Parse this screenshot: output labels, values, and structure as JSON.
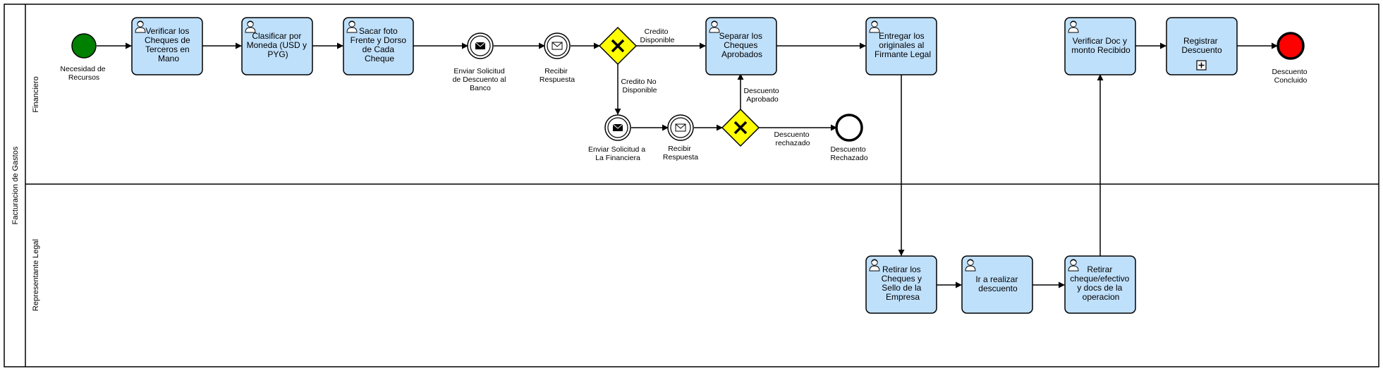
{
  "pool": {
    "label": "Facturacion de Gastos"
  },
  "lanes": [
    {
      "id": "financiero",
      "label": "Financiero"
    },
    {
      "id": "representante",
      "label": "Representante Legal"
    }
  ],
  "colors": {
    "task_fill": "#bfe0fb",
    "start_event": "#008000",
    "end_event": "#ff0000",
    "gateway": "#ffff00"
  },
  "events": {
    "start": {
      "label": [
        "Necesidad de",
        "Recursos"
      ]
    },
    "send_banco": {
      "label": [
        "Enviar Solicitud",
        "de Descuento al",
        "Banco"
      ]
    },
    "recv_1": {
      "label": [
        "Recibir",
        "Respuesta"
      ]
    },
    "send_financiera": {
      "label": [
        "Enviar Solicitud a",
        "La Financiera"
      ]
    },
    "recv_2": {
      "label": [
        "Recibir",
        "Respuesta"
      ]
    },
    "end_rechazado": {
      "label": [
        "Descuento",
        "Rechazado"
      ]
    },
    "end_concluido": {
      "label": [
        "Descuento",
        "Concluido"
      ]
    }
  },
  "tasks": {
    "verificar_cheques": {
      "label": [
        "Verificar los",
        "Cheques de",
        "Terceros en",
        "Mano"
      ]
    },
    "clasificar": {
      "label": [
        "Clasificar por",
        "Moneda (USD y",
        "PYG)"
      ]
    },
    "sacar_foto": {
      "label": [
        "Sacar foto",
        "Frente y Dorso",
        "de Cada",
        "Cheque"
      ]
    },
    "separar": {
      "label": [
        "Separar los",
        "Cheques",
        "Aprobados"
      ]
    },
    "entregar": {
      "label": [
        "Entregar los",
        "originales al",
        "Firmante Legal"
      ]
    },
    "verificar_doc": {
      "label": [
        "Verificar Doc y",
        "monto Recibido"
      ]
    },
    "registrar": {
      "label": [
        "Registrar",
        "Descuento"
      ]
    },
    "retirar_cheques": {
      "label": [
        "Retirar los",
        "Cheques y",
        "Sello de la",
        "Empresa"
      ]
    },
    "ir_realizar": {
      "label": [
        "Ir a realizar",
        "descuento"
      ]
    },
    "retirar_efectivo": {
      "label": [
        "Retirar",
        "cheque/efectivo",
        "y docs de la",
        "operacion"
      ]
    }
  },
  "flows": {
    "credito_disponible": [
      "Credito",
      "Disponible"
    ],
    "credito_no_disponible": [
      "Credito No",
      "Disponible"
    ],
    "descuento_aprobado": [
      "Descuento",
      "Aprobado"
    ],
    "descuento_rechazado": [
      "Descuento",
      "rechazado"
    ]
  }
}
